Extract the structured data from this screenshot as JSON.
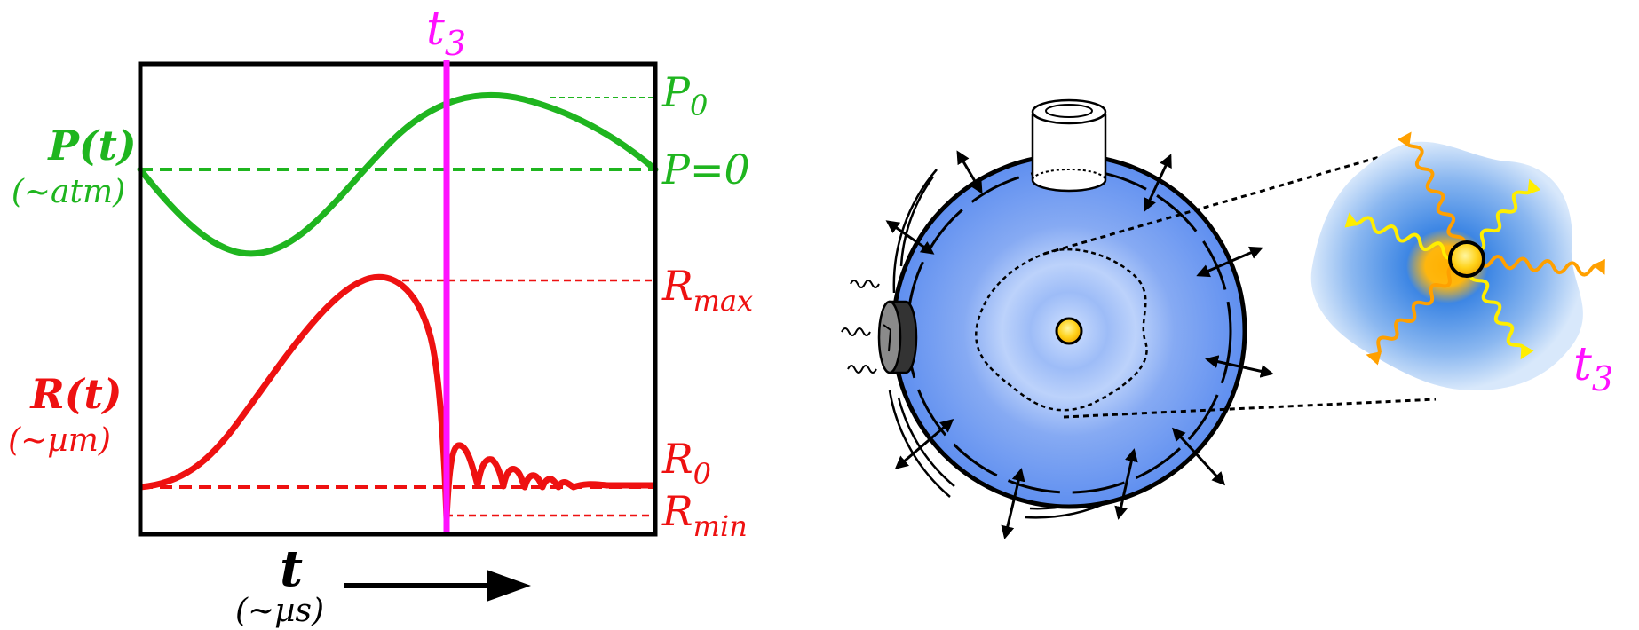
{
  "colors": {
    "pressure": "#1fb51f",
    "radius": "#ee1111",
    "marker": "#ff11ff",
    "frame": "#000000",
    "sphere_fill": "#6f9cf2",
    "sphere_center": "#b8d1fb",
    "bubble_core": "#ffd21a",
    "photon_yellow": "#ffee00",
    "photon_orange": "#ffa000"
  },
  "labels": {
    "time_marker": "t",
    "time_marker_sub": "3",
    "pressure_title": "P(t)",
    "pressure_unit": "(~atm)",
    "radius_title": "R(t)",
    "radius_unit": "(~µm)",
    "p0_main": "P",
    "p0_sub": "0",
    "p_zero": "P=0",
    "rmax_main": "R",
    "rmax_sub": "max",
    "r0_main": "R",
    "r0_sub": "0",
    "rmin_main": "R",
    "rmin_sub": "min",
    "time_axis": "t",
    "time_unit": "(~µs)",
    "zoom_marker": "t",
    "zoom_marker_sub": "3"
  },
  "icons": {
    "transducer": "piezo-transducer-icon",
    "neck": "flask-neck-icon",
    "bubble": "bubble-icon",
    "light": "photon-wave-icon"
  }
}
